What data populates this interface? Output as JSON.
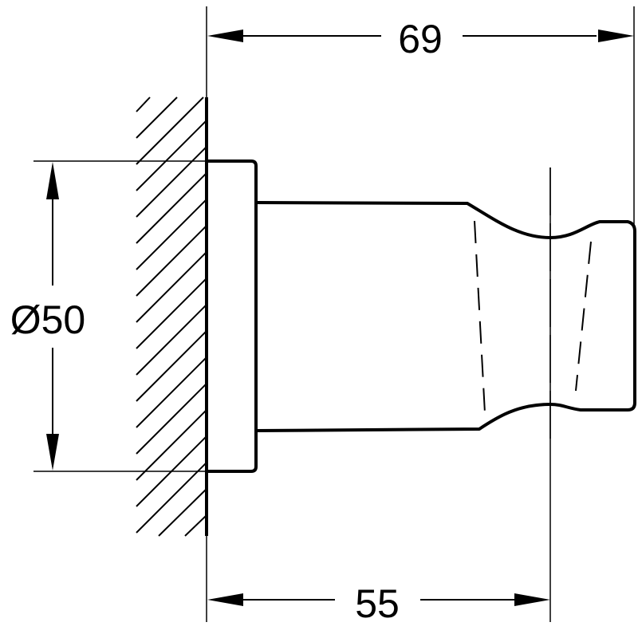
{
  "drawing": {
    "type": "technical-dimension-drawing",
    "subject": "wall-mounted holder, side view",
    "line_color": "#000000",
    "background": "#ffffff"
  },
  "dimensions": {
    "overall_depth": {
      "label": "69",
      "orientation": "horizontal",
      "position": "top"
    },
    "holder_center_depth": {
      "label": "55",
      "orientation": "horizontal",
      "position": "bottom"
    },
    "flange_diameter": {
      "label": "Ø50",
      "orientation": "vertical",
      "position": "left"
    }
  },
  "features": {
    "wall": "hatched-wall-section",
    "flange": "round-wall-flange",
    "arm": "holder-arm",
    "cradle": "cradle-with-hidden-lines",
    "centerline": "cradle-centerline"
  }
}
